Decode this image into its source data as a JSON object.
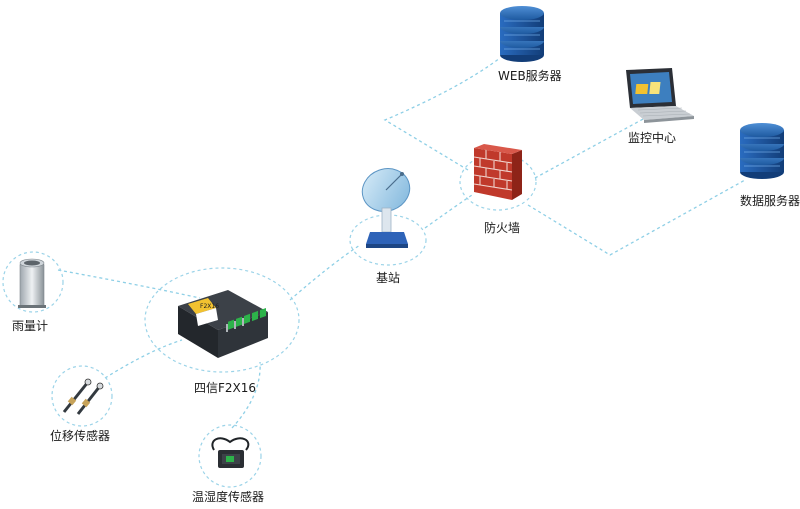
{
  "diagram": {
    "nodes": {
      "web_server": {
        "label": "WEB服务器",
        "icon": "server-stack-icon"
      },
      "monitor_center": {
        "label": "监控中心",
        "icon": "laptop-icon"
      },
      "data_server": {
        "label": "数据服务器",
        "icon": "server-stack-icon"
      },
      "firewall": {
        "label": "防火墙",
        "icon": "brick-wall-icon"
      },
      "base_station": {
        "label": "基站",
        "icon": "satellite-dish-icon"
      },
      "gateway": {
        "label": "四信F2X16",
        "icon": "industrial-router-icon",
        "device_text": "F2X16"
      },
      "rain_gauge": {
        "label": "雨量计",
        "icon": "rain-gauge-icon"
      },
      "displacement_sensor": {
        "label": "位移传感器",
        "icon": "displacement-sensor-icon"
      },
      "humidity_sensor": {
        "label": "温湿度传感器",
        "icon": "humidity-sensor-icon"
      }
    },
    "colors": {
      "link": "#8ecfe6",
      "server_blue": "#1f5fa8",
      "brick_red": "#c0392b",
      "router_green": "#2db34a",
      "ring": "#9bd3e8"
    }
  }
}
